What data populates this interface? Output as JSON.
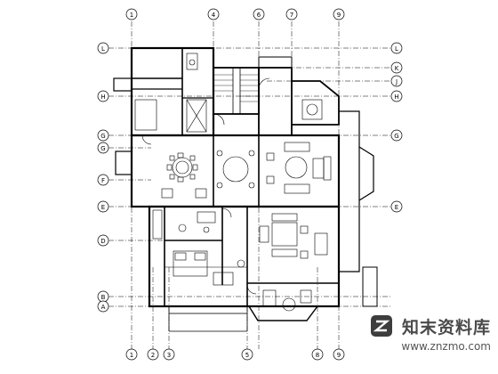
{
  "grid": {
    "columns_top": [
      "1",
      "4",
      "6",
      "7",
      "9"
    ],
    "columns_bottom": [
      "1",
      "2",
      "3",
      "5",
      "8",
      "9"
    ],
    "rows_left": [
      "L",
      "H",
      "G",
      "G",
      "F",
      "E",
      "D",
      "B",
      "A"
    ],
    "rows_right": [
      "L",
      "K",
      "J",
      "H",
      "G",
      "E"
    ]
  },
  "watermark": {
    "name": "知末资料库",
    "url": "www.znzmo.com"
  },
  "colors": {
    "line": "#000000",
    "wall": "#000000",
    "bg": "#ffffff"
  }
}
